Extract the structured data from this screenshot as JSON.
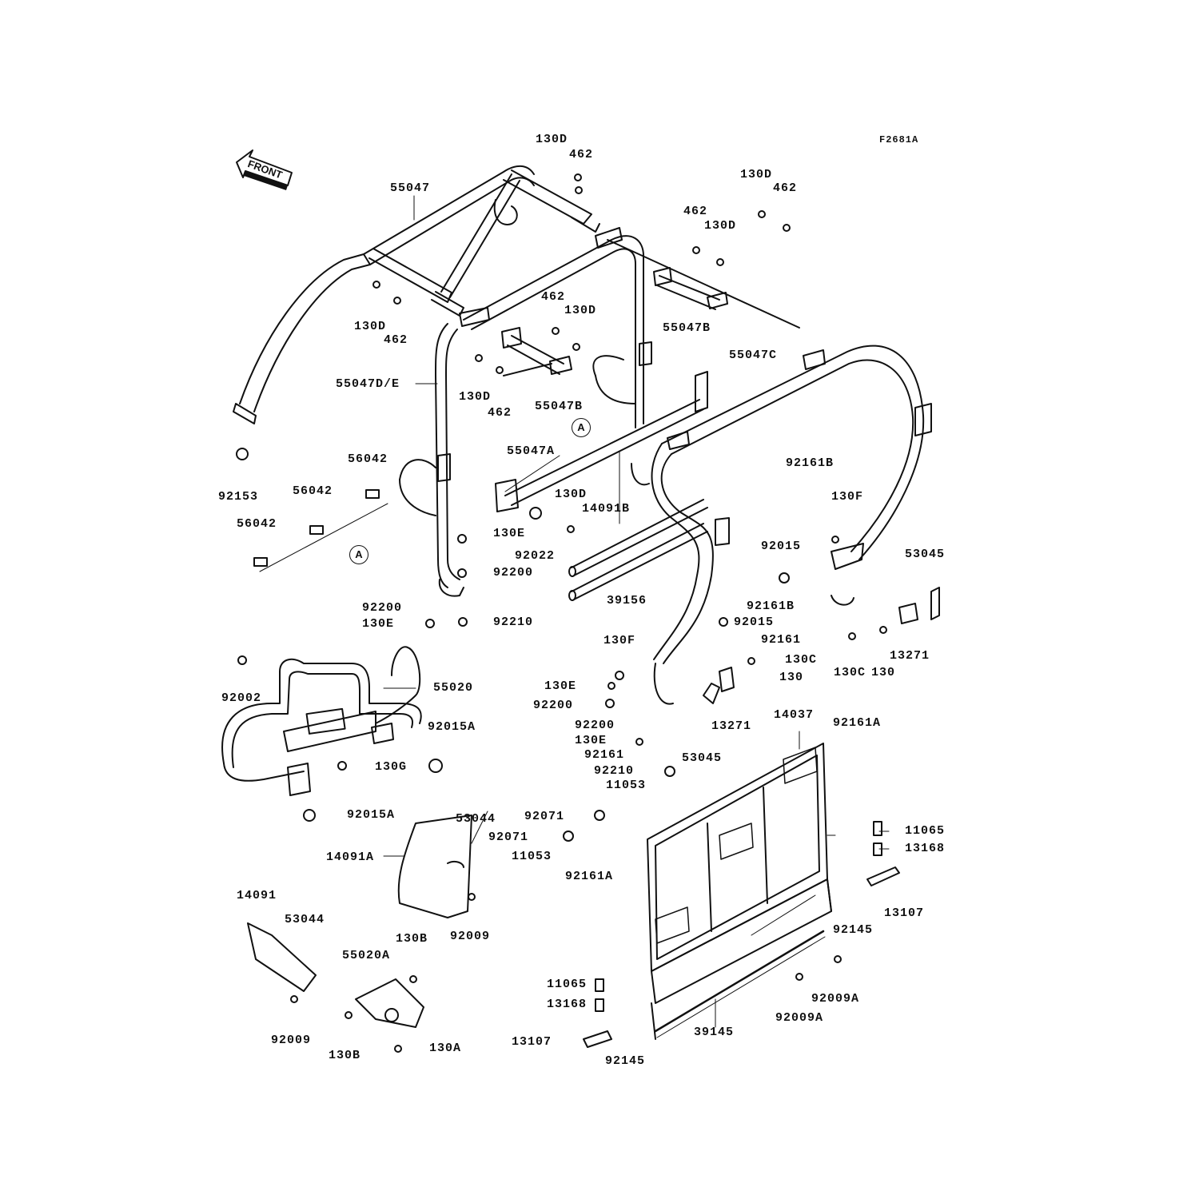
{
  "figure_code": "F2681A",
  "front_label": "FRONT",
  "callout_letter": "A",
  "parts": [
    {
      "id": "p1",
      "label": "130D"
    },
    {
      "id": "p2",
      "label": "462"
    },
    {
      "id": "p3",
      "label": "55047"
    },
    {
      "id": "p4",
      "label": "130D"
    },
    {
      "id": "p5",
      "label": "462"
    },
    {
      "id": "p6",
      "label": "462"
    },
    {
      "id": "p7",
      "label": "130D"
    },
    {
      "id": "p8",
      "label": "130D"
    },
    {
      "id": "p9",
      "label": "462"
    },
    {
      "id": "p10",
      "label": "462"
    },
    {
      "id": "p11",
      "label": "130D"
    },
    {
      "id": "p12",
      "label": "55047B"
    },
    {
      "id": "p13",
      "label": "55047C"
    },
    {
      "id": "p14",
      "label": "55047D/E"
    },
    {
      "id": "p15",
      "label": "130D"
    },
    {
      "id": "p16",
      "label": "462"
    },
    {
      "id": "p17",
      "label": "55047B"
    },
    {
      "id": "p18",
      "label": "55047A"
    },
    {
      "id": "p19",
      "label": "56042"
    },
    {
      "id": "p20",
      "label": "56042"
    },
    {
      "id": "p21",
      "label": "56042"
    },
    {
      "id": "p22",
      "label": "92153"
    },
    {
      "id": "p23",
      "label": "130D"
    },
    {
      "id": "p24",
      "label": "14091B"
    },
    {
      "id": "p25",
      "label": "130E"
    },
    {
      "id": "p26",
      "label": "92022"
    },
    {
      "id": "p27",
      "label": "92200"
    },
    {
      "id": "p28",
      "label": "92200"
    },
    {
      "id": "p29",
      "label": "130E"
    },
    {
      "id": "p30",
      "label": "92210"
    },
    {
      "id": "p31",
      "label": "39156"
    },
    {
      "id": "p32",
      "label": "92161B"
    },
    {
      "id": "p33",
      "label": "130F"
    },
    {
      "id": "p34",
      "label": "92015"
    },
    {
      "id": "p35",
      "label": "53045"
    },
    {
      "id": "p36",
      "label": "92161B"
    },
    {
      "id": "p37",
      "label": "92015"
    },
    {
      "id": "p38",
      "label": "92161"
    },
    {
      "id": "p39",
      "label": "130C"
    },
    {
      "id": "p40",
      "label": "130"
    },
    {
      "id": "p41",
      "label": "13271"
    },
    {
      "id": "p42",
      "label": "130F"
    },
    {
      "id": "p43",
      "label": "130C"
    },
    {
      "id": "p44",
      "label": "130"
    },
    {
      "id": "p45",
      "label": "13271"
    },
    {
      "id": "p46",
      "label": "130E"
    },
    {
      "id": "p47",
      "label": "92200"
    },
    {
      "id": "p48",
      "label": "92200"
    },
    {
      "id": "p49",
      "label": "130E"
    },
    {
      "id": "p50",
      "label": "92161"
    },
    {
      "id": "p51",
      "label": "53045"
    },
    {
      "id": "p52",
      "label": "92210"
    },
    {
      "id": "p53",
      "label": "92002"
    },
    {
      "id": "p54",
      "label": "55020"
    },
    {
      "id": "p55",
      "label": "92015A"
    },
    {
      "id": "p56",
      "label": "130G"
    },
    {
      "id": "p57",
      "label": "92015A"
    },
    {
      "id": "p58",
      "label": "14037"
    },
    {
      "id": "p59",
      "label": "92161A"
    },
    {
      "id": "p60",
      "label": "11053"
    },
    {
      "id": "p61",
      "label": "92071"
    },
    {
      "id": "p62",
      "label": "92071"
    },
    {
      "id": "p63",
      "label": "11053"
    },
    {
      "id": "p64",
      "label": "53044"
    },
    {
      "id": "p65",
      "label": "14091A"
    },
    {
      "id": "p66",
      "label": "92161A"
    },
    {
      "id": "p67",
      "label": "11065"
    },
    {
      "id": "p68",
      "label": "13168"
    },
    {
      "id": "p69",
      "label": "13107"
    },
    {
      "id": "p70",
      "label": "92145"
    },
    {
      "id": "p71",
      "label": "14091"
    },
    {
      "id": "p72",
      "label": "53044"
    },
    {
      "id": "p73",
      "label": "92009"
    },
    {
      "id": "p74",
      "label": "130B"
    },
    {
      "id": "p75",
      "label": "55020A"
    },
    {
      "id": "p76",
      "label": "11065"
    },
    {
      "id": "p77",
      "label": "13168"
    },
    {
      "id": "p78",
      "label": "13107"
    },
    {
      "id": "p79",
      "label": "92145"
    },
    {
      "id": "p80",
      "label": "39145"
    },
    {
      "id": "p81",
      "label": "92009A"
    },
    {
      "id": "p82",
      "label": "92009A"
    },
    {
      "id": "p83",
      "label": "92009"
    },
    {
      "id": "p84",
      "label": "130B"
    },
    {
      "id": "p85",
      "label": "130A"
    }
  ]
}
